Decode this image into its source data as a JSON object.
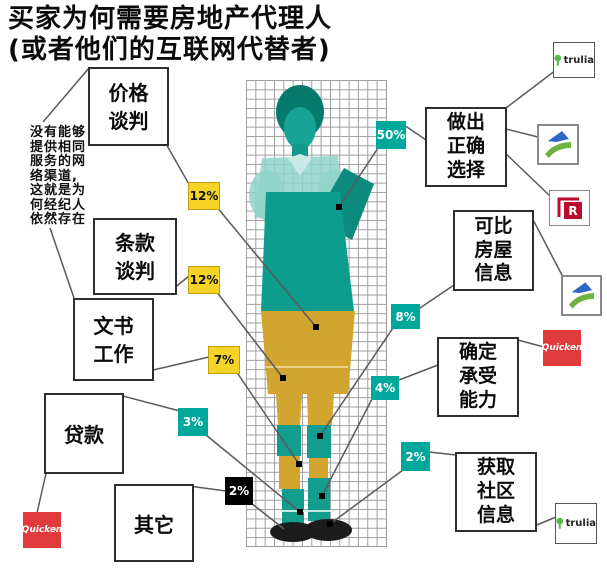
{
  "title": {
    "line1": "买家为何需要房地产代理人",
    "line2": "(或者他们的互联网代替者)"
  },
  "side_note": {
    "lines": [
      "没有能够",
      "提供相同",
      "服务的网",
      "络渠道,",
      "这就是为",
      "何经纪人",
      "依然存在"
    ],
    "full_text": "没有能够提供相同服务的网络渠道,这就是为何经纪人依然存在"
  },
  "callouts": {
    "price": {
      "lines": [
        "价格",
        "谈判"
      ]
    },
    "terms": {
      "lines": [
        "条款",
        "谈判"
      ]
    },
    "paperwork": {
      "lines": [
        "文书",
        "工作"
      ]
    },
    "loan": {
      "lines": [
        "贷款"
      ]
    },
    "other": {
      "lines": [
        "其它"
      ]
    },
    "choose": {
      "lines": [
        "做出",
        "正确",
        "选择"
      ]
    },
    "comparable": {
      "lines": [
        "可比",
        "房屋",
        "信息"
      ]
    },
    "afford": {
      "lines": [
        "确定",
        "承受",
        "能力"
      ]
    },
    "neighborhood": {
      "lines": [
        "获取",
        "社区",
        "信息"
      ]
    }
  },
  "percents": {
    "price": "12%",
    "terms": "12%",
    "paperwork": "7%",
    "loan": "3%",
    "other": "2%",
    "choose": "50%",
    "comparable": "8%",
    "afford": "4%",
    "neighborhood": "2%"
  },
  "logos": {
    "trulia": "trulia",
    "quicken": "Quicken",
    "realtor_letter": "R"
  },
  "colors": {
    "badge_teal": "#00a79b",
    "badge_yellow": "#f5d327",
    "badge_black": "#000000",
    "figure_teal": "#0d9d8f",
    "figure_gold": "#d2a52f",
    "quicken_red": "#e03a3c",
    "realtor_red": "#ba0c2f",
    "trulia_green": "#53b948",
    "zillow_blue": "#2e66c9",
    "zillow_green": "#6cb33f"
  },
  "chart_data": {
    "type": "table",
    "title": "买家为何需要房地产代理人 (或者他们的互联网代替者)",
    "categories": [
      "做出正确选择",
      "价格谈判",
      "条款谈判",
      "可比房屋信息",
      "文书工作",
      "确定承受能力",
      "贷款",
      "获取社区信息",
      "其它"
    ],
    "values": [
      50,
      12,
      12,
      8,
      7,
      4,
      3,
      2,
      2
    ],
    "unit": "%",
    "annotation": "没有能够提供相同服务的网络渠道,这就是为何经纪人依然存在",
    "brands_shown": [
      "trulia",
      "Zillow",
      "Realtor.com",
      "Quicken"
    ],
    "legend_position": "none",
    "grid": true
  }
}
